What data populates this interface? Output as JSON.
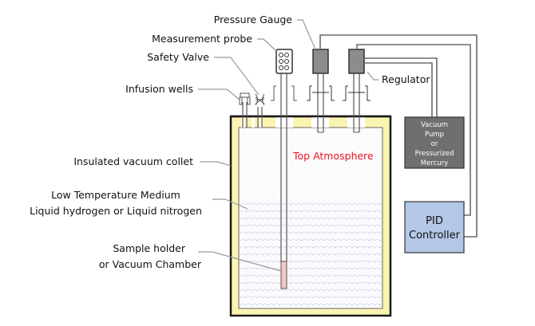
{
  "diagram": {
    "title": "Cryostat pressure/temperature control apparatus",
    "labels": {
      "pressure_gauge": "Pressure Gauge",
      "measurement_probe": "Measurement probe",
      "safety_valve": "Safety Valve",
      "infusion_wells": "Infusion wells",
      "regulator": "Regulator",
      "insulated_collet": "Insulated vacuum collet",
      "medium_line1": "Low Temperature Medium",
      "medium_line2": "Liquid hydrogen or Liquid nitrogen",
      "sample_line1": "Sample holder",
      "sample_line2": "or Vacuum Chamber",
      "top_atmosphere": "Top Atmosphere"
    },
    "vacuum_pump_box": {
      "lines": [
        "Vacuum",
        "Pump",
        "or",
        "Pressurized",
        "Mercury"
      ]
    },
    "pid_box": {
      "lines": [
        "PID",
        "Controller"
      ]
    },
    "colors": {
      "insulation": "#fbf4b0",
      "tank_outline": "#1a1a1a",
      "gauge_fill": "#8c8c8c",
      "pump_fill": "#6f6f6f",
      "pid_fill": "#b4c7e7",
      "sample": "#f2c8c4",
      "label_red": "#e8141c",
      "liquid_texture": "#a9b7d6"
    }
  }
}
